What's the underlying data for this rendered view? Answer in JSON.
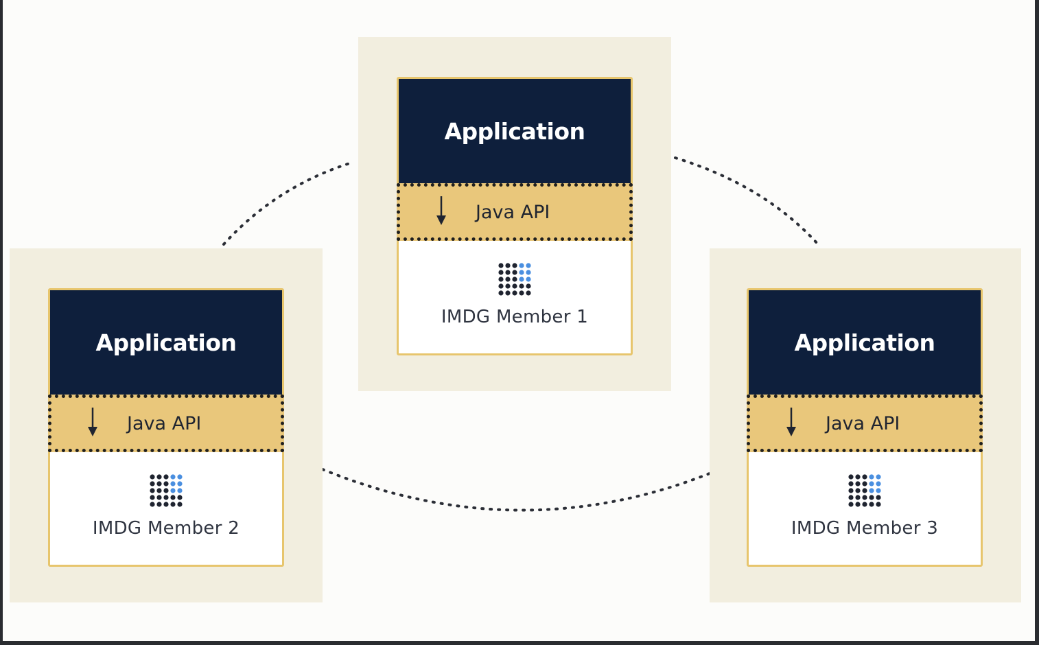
{
  "diagram": {
    "nodes": [
      {
        "id": "node-1",
        "application": "Application",
        "api": "Java API",
        "member": "IMDG Member 1"
      },
      {
        "id": "node-2",
        "application": "Application",
        "api": "Java API",
        "member": "IMDG Member 2"
      },
      {
        "id": "node-3",
        "application": "Application",
        "api": "Java API",
        "member": "IMDG Member 3"
      }
    ],
    "colors": {
      "application_bg": "#0e1f3c",
      "api_bg": "#e9c77b",
      "node_bg": "#f2eedf",
      "border": "#e7c56d",
      "icon_dark": "#1f2430",
      "icon_accent": "#4a8fe0"
    },
    "icons": {
      "api_arrow": "arrow-down-icon",
      "member": "grid-dots-icon"
    }
  }
}
